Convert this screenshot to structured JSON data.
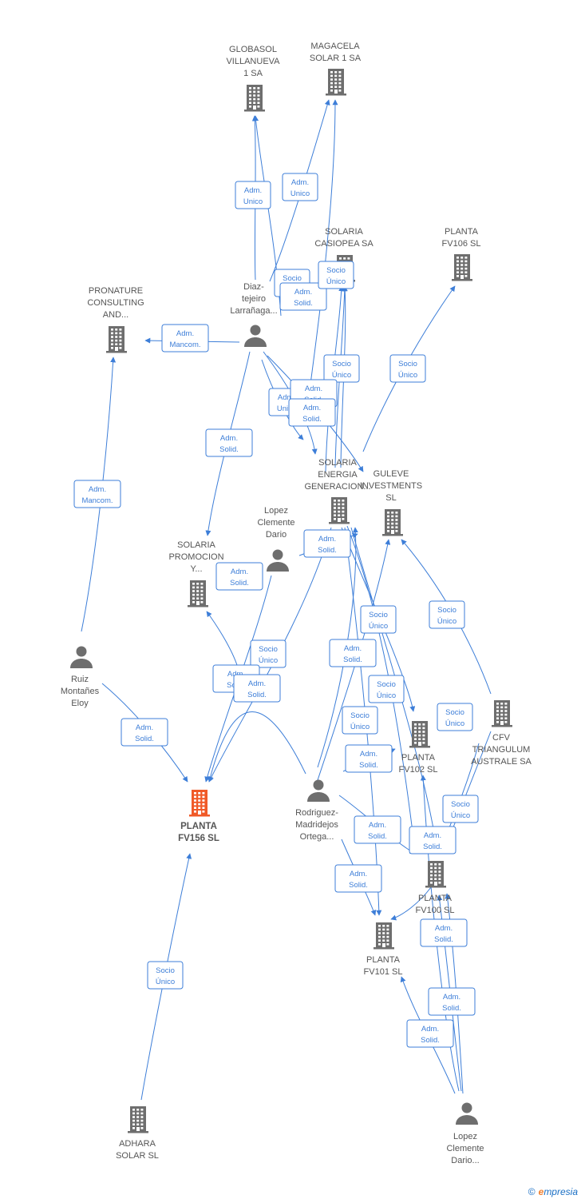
{
  "colors": {
    "edge": "#3d7ed8",
    "company": "#6e6e6e",
    "focus": "#f05a28",
    "person": "#6e6e6e",
    "label": "#555555"
  },
  "companies": [
    {
      "id": "globasol",
      "lines": [
        "GLOBASOL",
        "VILLANUEVA",
        "1 SA"
      ],
      "focus": false
    },
    {
      "id": "magacela",
      "lines": [
        "MAGACELA",
        "SOLAR 1 SA"
      ],
      "focus": false
    },
    {
      "id": "solaria_casiopea",
      "lines": [
        "SOLARIA",
        "CASIOPEA SA"
      ],
      "focus": false
    },
    {
      "id": "planta_fv106",
      "lines": [
        "PLANTA",
        "FV106  SL"
      ],
      "focus": false
    },
    {
      "id": "pronature",
      "lines": [
        "PRONATURE",
        "CONSULTING",
        "AND..."
      ],
      "focus": false
    },
    {
      "id": "solaria_energia",
      "lines": [
        "SOLARIA",
        "ENERGIA",
        "GENERACION..."
      ],
      "focus": false
    },
    {
      "id": "guleve",
      "lines": [
        "GULEVE",
        "INVESTMENTS",
        "SL"
      ],
      "focus": false
    },
    {
      "id": "solaria_promocion",
      "lines": [
        "SOLARIA",
        "PROMOCION",
        "Y..."
      ],
      "focus": false
    },
    {
      "id": "cfv",
      "lines": [
        "CFV",
        "TRIANGULUM",
        "AUSTRALE SA"
      ],
      "focus": false
    },
    {
      "id": "planta_fv102",
      "lines": [
        "PLANTA",
        "FV102  SL"
      ],
      "focus": false
    },
    {
      "id": "planta_fv156",
      "lines": [
        "PLANTA",
        "FV156  SL"
      ],
      "focus": true
    },
    {
      "id": "planta_fv100",
      "lines": [
        "PLANTA",
        "FV100  SL"
      ],
      "focus": false
    },
    {
      "id": "planta_fv101",
      "lines": [
        "PLANTA",
        "FV101  SL"
      ],
      "focus": false
    },
    {
      "id": "adhara",
      "lines": [
        "ADHARA",
        "SOLAR  SL"
      ],
      "focus": false
    }
  ],
  "people": [
    {
      "id": "diaz",
      "lines": [
        "Diaz-",
        "tejeiro",
        "Larrañaga..."
      ]
    },
    {
      "id": "lopez1",
      "lines": [
        "Lopez",
        "Clemente",
        "Dario"
      ]
    },
    {
      "id": "ruiz",
      "lines": [
        "Ruiz",
        "Montañes",
        "Eloy"
      ]
    },
    {
      "id": "rodriguez",
      "lines": [
        "Rodriguez-",
        "Madridejos",
        "Ortega..."
      ]
    },
    {
      "id": "lopez2",
      "lines": [
        "Lopez",
        "Clemente",
        "Dario..."
      ]
    }
  ],
  "relations": [
    {
      "id": "r1",
      "lines": [
        "Adm.",
        "Unico"
      ]
    },
    {
      "id": "r2",
      "lines": [
        "Adm.",
        "Unico"
      ]
    },
    {
      "id": "r3",
      "lines": [
        "Socio",
        "Único"
      ]
    },
    {
      "id": "r4",
      "lines": [
        "Adm.",
        "Solid."
      ]
    },
    {
      "id": "r5",
      "lines": [
        "Socio",
        "Único"
      ]
    },
    {
      "id": "r6",
      "lines": [
        "Adm.",
        "Mancom."
      ]
    },
    {
      "id": "r7",
      "lines": [
        "Socio",
        "Único"
      ]
    },
    {
      "id": "r8",
      "lines": [
        "Socio",
        "Único"
      ]
    },
    {
      "id": "r9",
      "lines": [
        "Adm.",
        "Unico"
      ]
    },
    {
      "id": "r10",
      "lines": [
        "Adm.",
        "Solid."
      ]
    },
    {
      "id": "r11",
      "lines": [
        "Adm.",
        "Solid."
      ]
    },
    {
      "id": "r12",
      "lines": [
        "Adm.",
        "Solid."
      ]
    },
    {
      "id": "r13",
      "lines": [
        "Adm.",
        "Mancom."
      ]
    },
    {
      "id": "r14",
      "lines": [
        "Adm.",
        "Solid."
      ]
    },
    {
      "id": "r15",
      "lines": [
        "Adm.",
        "Solid."
      ]
    },
    {
      "id": "r16",
      "lines": [
        "Socio",
        "Único"
      ]
    },
    {
      "id": "r17",
      "lines": [
        "Socio",
        "Único"
      ]
    },
    {
      "id": "r18",
      "lines": [
        "Socio",
        "Único"
      ]
    },
    {
      "id": "r19",
      "lines": [
        "Adm.",
        "Solid."
      ]
    },
    {
      "id": "r20",
      "lines": [
        "Adm.",
        "Solid."
      ]
    },
    {
      "id": "r21",
      "lines": [
        "Adm.",
        "Solid."
      ]
    },
    {
      "id": "r22",
      "lines": [
        "Socio",
        "Único"
      ]
    },
    {
      "id": "r23",
      "lines": [
        "Socio",
        "Único"
      ]
    },
    {
      "id": "r24",
      "lines": [
        "Socio",
        "Único"
      ]
    },
    {
      "id": "r25",
      "lines": [
        "Adm.",
        "Solid."
      ]
    },
    {
      "id": "r26",
      "lines": [
        "Adm.",
        "Solid."
      ]
    },
    {
      "id": "r27",
      "lines": [
        "Socio",
        "Único"
      ]
    },
    {
      "id": "r28",
      "lines": [
        "Adm.",
        "Solid."
      ]
    },
    {
      "id": "r29",
      "lines": [
        "Adm.",
        "Solid."
      ]
    },
    {
      "id": "r30",
      "lines": [
        "Adm.",
        "Solid."
      ]
    },
    {
      "id": "r31",
      "lines": [
        "Adm.",
        "Solid."
      ]
    },
    {
      "id": "r32",
      "lines": [
        "Socio",
        "Único"
      ]
    }
  ],
  "footer": {
    "copyright": "©",
    "brand_initial": "e",
    "brand_rest": "mpresia"
  }
}
